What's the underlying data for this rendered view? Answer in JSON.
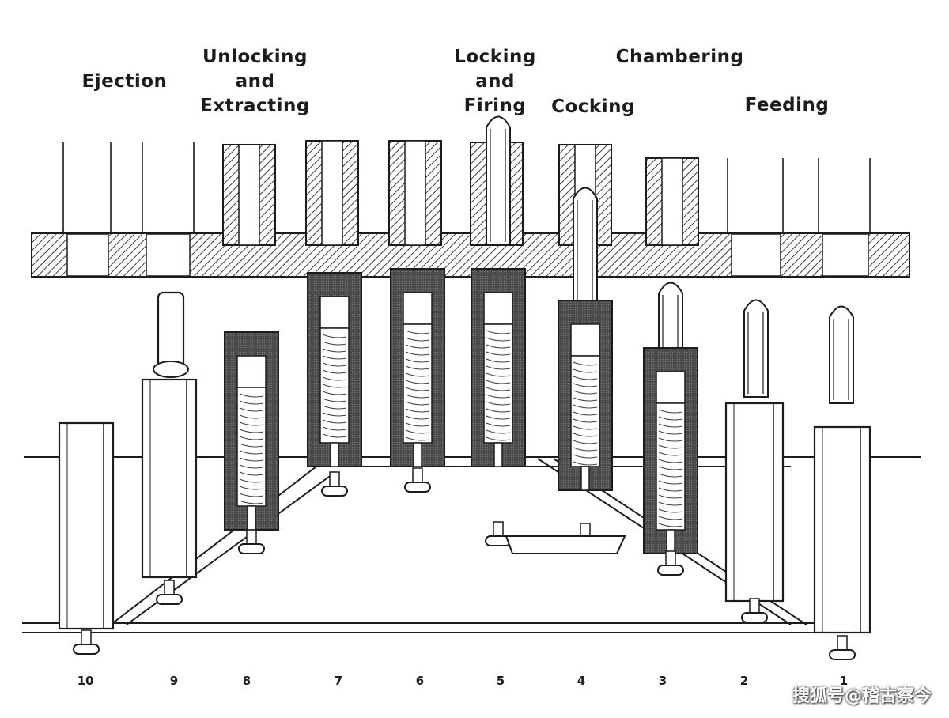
{
  "labels": {
    "ejection": "Ejection",
    "unlocking_l1": "Unlocking",
    "unlocking_l2": "and",
    "unlocking_l3": "Extracting",
    "locking_l1": "Locking",
    "locking_l2": "and",
    "locking_l3": "Firing",
    "cocking": "Cocking",
    "chambering": "Chambering",
    "feeding": "Feeding"
  },
  "stations": [
    "10",
    "9",
    "8",
    "7",
    "6",
    "5",
    "4",
    "3",
    "2",
    "1"
  ],
  "watermark": "搜狐号@稽古察今",
  "colors": {
    "ink": "#1c1c1c",
    "paper": "#ffffff",
    "hatch": "#3a3a3a"
  }
}
